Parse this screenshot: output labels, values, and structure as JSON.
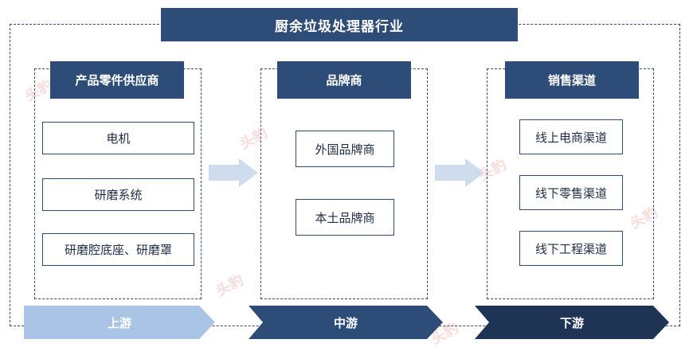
{
  "title": "厨余垃圾处理器行业",
  "columns": {
    "upstream": {
      "header": "产品零件供应商",
      "items": [
        "电机",
        "研磨系统",
        "研磨腔底座、研磨罩"
      ],
      "stage": "上游"
    },
    "midstream": {
      "header": "品牌商",
      "items": [
        "外国品牌商",
        "本土品牌商"
      ],
      "stage": "中游"
    },
    "downstream": {
      "header": "销售渠道",
      "items": [
        "线上电商渠道",
        "线下零售渠道",
        "线下工程渠道"
      ],
      "stage": "下游"
    }
  },
  "watermark": "头豹",
  "colors": {
    "dark_navy": "#2e4c78",
    "upstream_band": "#a9c4e4",
    "midstream_band": "#2e4c78",
    "downstream_band": "#1f3455",
    "arrow": "#cfdcee"
  }
}
